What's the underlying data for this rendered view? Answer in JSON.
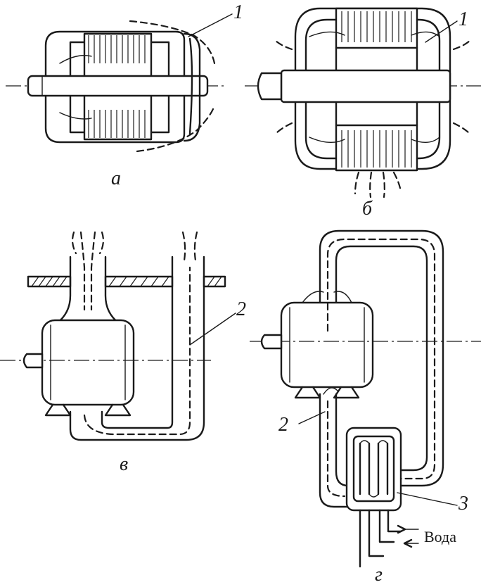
{
  "panels": {
    "a": {
      "caption": "а",
      "callout": "1"
    },
    "b": {
      "caption": "б",
      "callout": "1"
    },
    "v": {
      "caption": "в",
      "callout": "2"
    },
    "g": {
      "caption": "г",
      "callout_duct": "2",
      "callout_cooler": "3",
      "water_label": "Вода"
    }
  }
}
